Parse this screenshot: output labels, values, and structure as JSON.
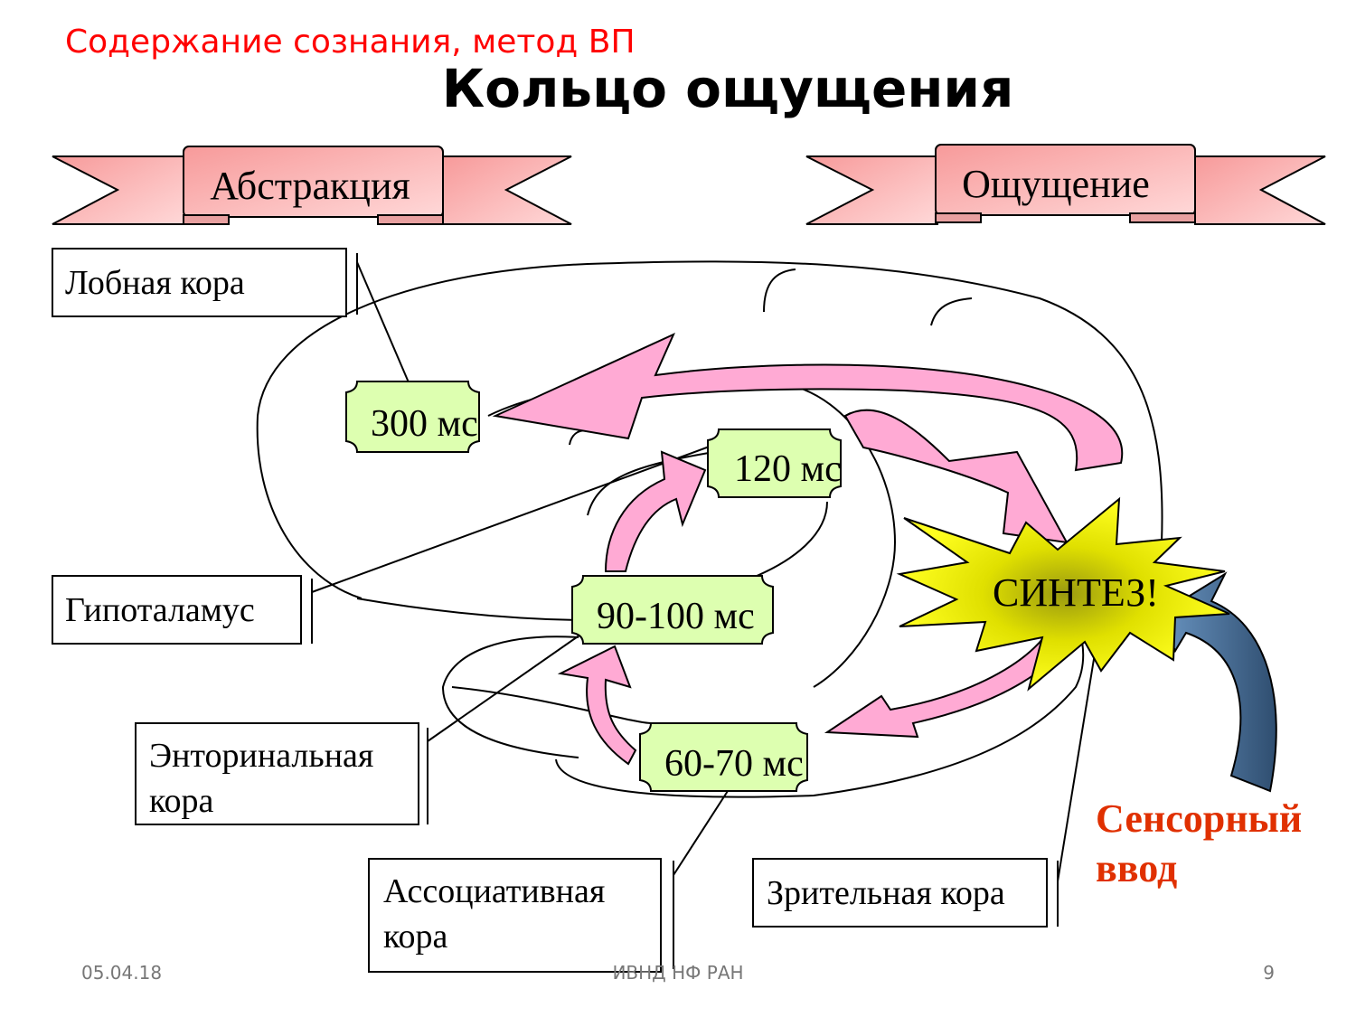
{
  "slide": {
    "subtitle": "Содержание сознания, метод ВП",
    "title": "Кольцо ощущения",
    "banners": {
      "left": "Абстракция",
      "right": "Ощущение"
    },
    "regions": {
      "frontal": "Лобная кора",
      "hypothalamus": "Гипоталамус",
      "entorhinal_line1": "Энторинальная",
      "entorhinal_line2": "кора",
      "associative_line1": "Ассоциативная",
      "associative_line2": "кора",
      "visual": "Зрительная кора"
    },
    "latencies": {
      "t300": "300 мс",
      "t120": "120 мс",
      "t90": "90-100 мс",
      "t60": "60-70 мс"
    },
    "synthesis": "СИНТЕЗ!",
    "sensory_input": {
      "line1": "Сенсорный",
      "line2": "ввод"
    },
    "footer": {
      "date": "05.04.18",
      "org": "ИВНД НФ РАН",
      "page": "9"
    }
  },
  "colors": {
    "subtitle": "#ff0000",
    "sensory": "#e03000",
    "tag": "#ddffb0",
    "arrow": "#ffaad4",
    "star": "#f0f000",
    "blue_arrow": "#4a6f96"
  }
}
